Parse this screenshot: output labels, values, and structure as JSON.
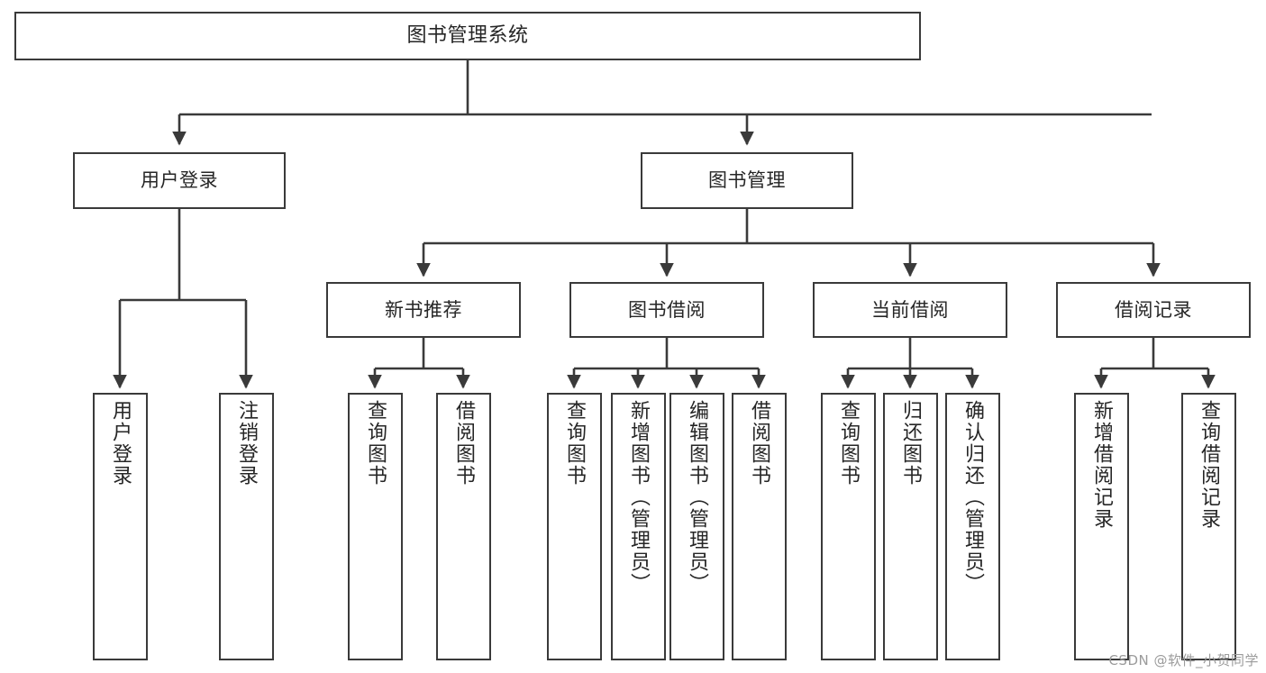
{
  "diagram": {
    "type": "tree",
    "title": "图书管理系统",
    "orientation": "top-down",
    "colors": {
      "box_border": "#3a3a3a",
      "box_fill": "#ffffff",
      "connector": "#3a3a3a",
      "text": "#262626",
      "watermark": "#9b9b9b",
      "background": "#ffffff"
    }
  },
  "nodes": {
    "root": {
      "label": "图书管理系统"
    },
    "level2": [
      {
        "label": "用户登录"
      },
      {
        "label": "图书管理"
      }
    ],
    "level3": [
      {
        "label": "新书推荐"
      },
      {
        "label": "图书借阅"
      },
      {
        "label": "当前借阅"
      },
      {
        "label": "借阅记录"
      }
    ],
    "leaves": {
      "user_login": [
        {
          "label": "用户登录"
        },
        {
          "label": "注销登录"
        }
      ],
      "new_book_recommend": [
        {
          "label": "查询图书"
        },
        {
          "label": "借阅图书"
        }
      ],
      "book_borrow": [
        {
          "label": "查询图书"
        },
        {
          "label": "新增图书（管理员）"
        },
        {
          "label": "编辑图书（管理员）"
        },
        {
          "label": "借阅图书"
        }
      ],
      "current_borrow": [
        {
          "label": "查询图书"
        },
        {
          "label": "归还图书"
        },
        {
          "label": "确认归还（管理员）"
        }
      ],
      "borrow_record": [
        {
          "label": "新增借阅记录"
        },
        {
          "label": "查询借阅记录"
        }
      ]
    }
  },
  "watermark": {
    "text": "CSDN @软件_小贺同学"
  }
}
